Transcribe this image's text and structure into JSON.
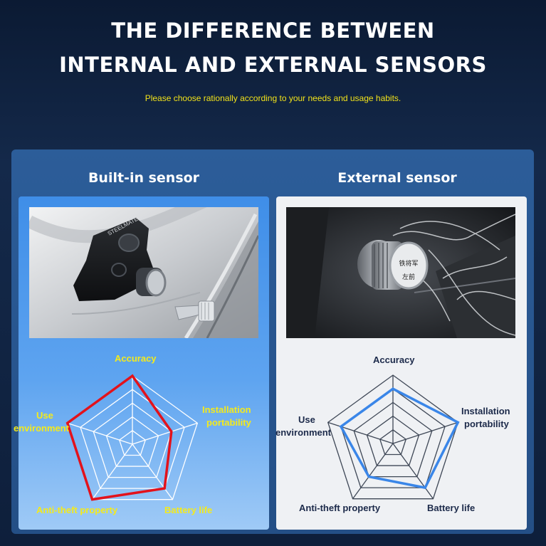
{
  "header": {
    "title_line1": "THE DIFFERENCE BETWEEN",
    "title_line2": "INTERNAL AND EXTERNAL SENSORS",
    "subtitle": "Please choose rationally according to your needs and usage habits."
  },
  "left": {
    "heading": "Built-in sensor",
    "photo_brand": "STEELMATE",
    "labels": {
      "accuracy": "Accuracy",
      "installation_1": "Installation",
      "installation_2": "portability",
      "use_env_1": "Use",
      "use_env_2": "environment",
      "anti_theft": "Anti-theft property",
      "battery": "Battery life"
    },
    "chart_data": {
      "type": "radar",
      "axes": [
        "Accuracy",
        "Installation portability",
        "Battery life",
        "Anti-theft property",
        "Use environment"
      ],
      "rings": 5,
      "values": [
        5,
        3,
        4,
        5,
        5
      ],
      "line_color": "#e3121b"
    }
  },
  "right": {
    "heading": "External sensor",
    "photo_text_1": "铁将军",
    "photo_text_2": "左前",
    "labels": {
      "accuracy": "Accuracy",
      "installation_1": "Installation",
      "installation_2": "portability",
      "use_env_1": "Use",
      "use_env_2": "environment",
      "anti_theft": "Anti-theft property",
      "battery": "Battery life"
    },
    "chart_data": {
      "type": "radar",
      "axes": [
        "Accuracy",
        "Installation portability",
        "Battery life",
        "Anti-theft property",
        "Use environment"
      ],
      "rings": 5,
      "values": [
        4,
        5,
        4,
        3,
        4
      ],
      "line_color": "#3a86e8"
    }
  },
  "colors": {
    "accent_yellow": "#f1e21a",
    "panel_blue": "#2c5d99",
    "red_series": "#e3121b",
    "blue_series": "#3a86e8"
  }
}
